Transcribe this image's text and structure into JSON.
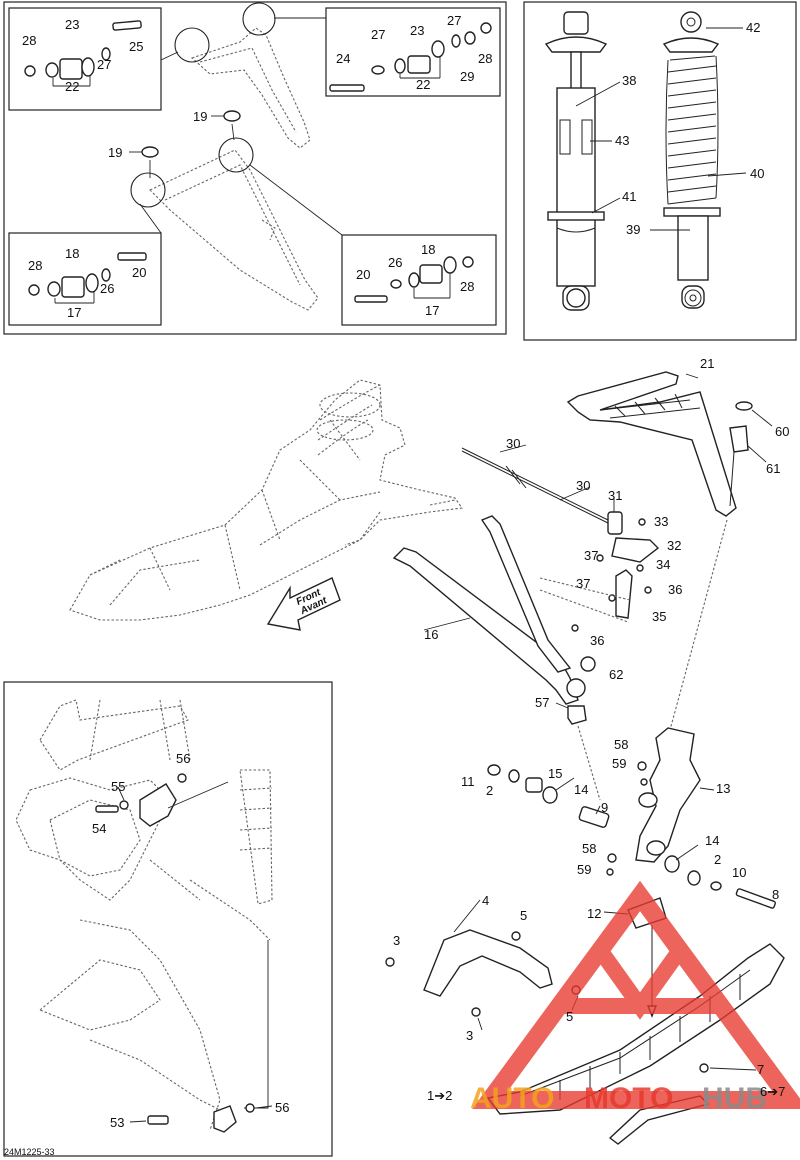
{
  "diagram_code": "24M1225-33",
  "direction_label": {
    "line1": "Front",
    "line2": "Avant"
  },
  "watermark": {
    "brand_part1": "AUTO",
    "brand_part2": "MOTO",
    "brand_part3": "HUB",
    "color": "#e8392f",
    "accent": "#f4a21b"
  },
  "colors": {
    "ink": "#222222",
    "ghost": "#666666"
  },
  "callouts": {
    "tl_28": "28",
    "tl_23": "23",
    "tl_25": "25",
    "tl_27": "27",
    "tl_22": "22",
    "tr_24": "24",
    "tr_27": "27",
    "tr_23": "23",
    "tr_27b": "27",
    "tr_28": "28",
    "tr_29": "29",
    "tr_22": "22",
    "m_19a": "19",
    "m_19b": "19",
    "bl_28": "28",
    "bl_18": "18",
    "bl_20": "20",
    "bl_26": "26",
    "bl_17": "17",
    "br_20": "20",
    "br_26": "26",
    "br_18": "18",
    "br_28": "28",
    "br_17": "17",
    "s_42": "42",
    "s_38": "38",
    "s_43": "43",
    "s_40": "40",
    "s_41": "41",
    "s_39": "39",
    "c_21": "21",
    "c_30a": "30",
    "c_60": "60",
    "c_61": "61",
    "c_30b": "30",
    "c_31": "31",
    "c_33": "33",
    "c_32": "32",
    "c_37a": "37",
    "c_34": "34",
    "c_37b": "37",
    "c_36a": "36",
    "c_35": "35",
    "c_16": "16",
    "c_36b": "36",
    "c_62": "62",
    "c_57": "57",
    "c_58a": "58",
    "c_13": "13",
    "c_59a": "59",
    "c_11": "11",
    "c_15": "15",
    "c_2a": "2",
    "c_14a": "14",
    "c_9": "9",
    "c_58b": "58",
    "c_14b": "14",
    "c_59b": "59",
    "c_2b": "2",
    "c_10": "10",
    "c_8": "8",
    "c_4": "4",
    "c_5a": "5",
    "c_12": "12",
    "c_3a": "3",
    "c_5b": "5",
    "c_3b": "3",
    "c_7a": "7",
    "c_1to2": "1➔2",
    "c_6to7": "6➔7",
    "i_56a": "56",
    "i_55": "55",
    "i_54": "54",
    "i_53": "53",
    "i_56b": "56"
  }
}
